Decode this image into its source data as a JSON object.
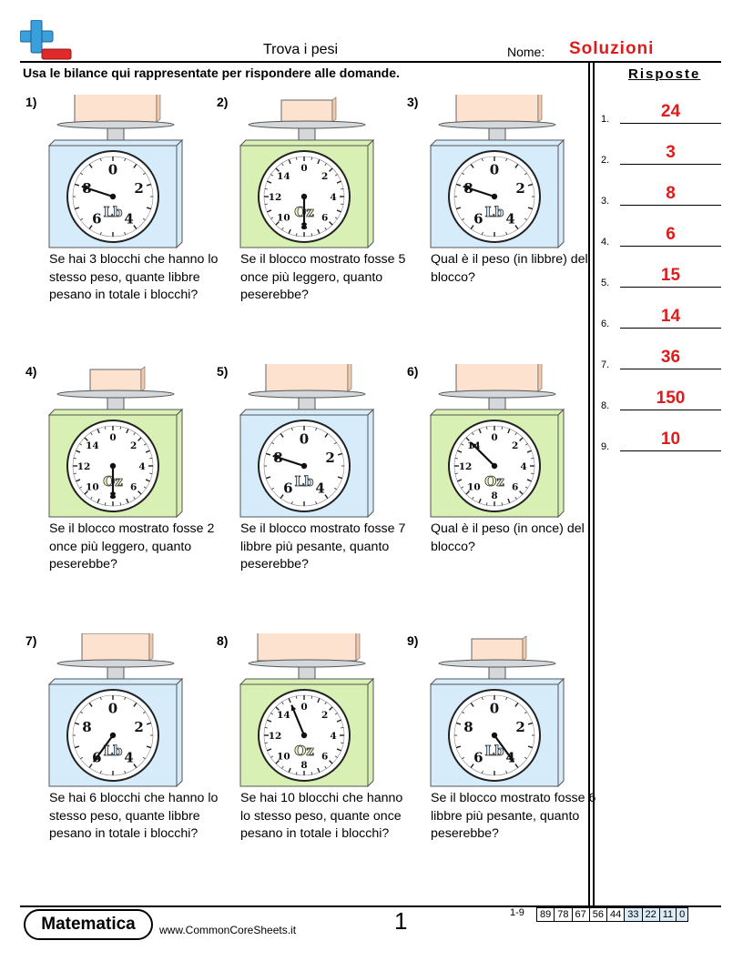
{
  "header": {
    "title": "Trova i pesi",
    "name_label": "Nome:",
    "name_value": "Soluzioni"
  },
  "instructions": "Usa le bilance qui rappresentate per rispondere alle domande.",
  "answers": {
    "title": "Risposte",
    "items": [
      {
        "num": "1.",
        "value": "24"
      },
      {
        "num": "2.",
        "value": "3"
      },
      {
        "num": "3.",
        "value": "8"
      },
      {
        "num": "4.",
        "value": "6"
      },
      {
        "num": "5.",
        "value": "15"
      },
      {
        "num": "6.",
        "value": "14"
      },
      {
        "num": "7.",
        "value": "36"
      },
      {
        "num": "8.",
        "value": "150"
      },
      {
        "num": "9.",
        "value": "10"
      }
    ]
  },
  "problems": [
    {
      "num": "1)",
      "unit": "Lb",
      "weight": 8,
      "block": "large",
      "text": "Se hai 3 blocchi che hanno lo stesso peso, quante libbre pesano in totale i blocchi?"
    },
    {
      "num": "2)",
      "unit": "Oz",
      "weight": 8,
      "block": "small",
      "text": "Se il blocco mostrato fosse 5 once più leggero, quanto peserebbe?"
    },
    {
      "num": "3)",
      "unit": "Lb",
      "weight": 8,
      "block": "large",
      "text": "Qual è il peso (in libbre) del blocco?"
    },
    {
      "num": "4)",
      "unit": "Oz",
      "weight": 8,
      "block": "small",
      "text": "Se il blocco mostrato fosse 2 once più leggero, quanto peserebbe?"
    },
    {
      "num": "5)",
      "unit": "Lb",
      "weight": 8,
      "block": "large",
      "text": "Se il blocco mostrato fosse 7 libbre più pesante, quanto peserebbe?"
    },
    {
      "num": "6)",
      "unit": "Oz",
      "weight": 14,
      "block": "large",
      "text": "Qual è il peso (in once) del blocco?"
    },
    {
      "num": "7)",
      "unit": "Lb",
      "weight": 6,
      "block": "medium",
      "text": "Se hai 6 blocchi che hanno lo stesso peso, quante libbre pesano in totale i blocchi?"
    },
    {
      "num": "8)",
      "unit": "Oz",
      "weight": 15,
      "block": "xlarge",
      "text": "Se hai 10 blocchi che hanno lo stesso peso, quante once pesano in totale i blocchi?"
    },
    {
      "num": "9)",
      "unit": "Lb",
      "weight": 4,
      "block": "small",
      "text": "Se il blocco mostrato fosse 6 libbre più pesante, quanto peserebbe?"
    }
  ],
  "dial_labels": {
    "Lb": [
      "0",
      "2",
      "4",
      "6",
      "8"
    ],
    "Oz": [
      "0",
      "2",
      "4",
      "6",
      "8",
      "10",
      "12",
      "14"
    ]
  },
  "colors": {
    "lb_body": "#d6ecfa",
    "oz_body": "#d9f0b4",
    "block": "#fde3cf",
    "answer": "#e01b1b"
  },
  "footer": {
    "brand": "Matematica",
    "website": "www.CommonCoreSheets.it",
    "page": "1",
    "range_label": "1-9",
    "scores": [
      "89",
      "78",
      "67",
      "56",
      "44",
      "33",
      "22",
      "11",
      "0"
    ]
  }
}
